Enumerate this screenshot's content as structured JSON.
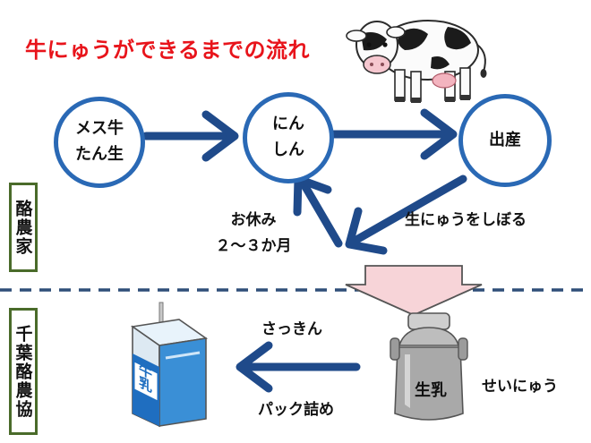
{
  "title": "牛にゅうができるまでの流れ",
  "nodes": [
    {
      "label": "メス牛\nたん生"
    },
    {
      "label": "にん\nしん"
    },
    {
      "label": "出産"
    }
  ],
  "edge_labels": {
    "rest": "お休み\n２～３か月",
    "milking": "生にゅうをしぼる",
    "sterilize": "さっきん",
    "pack": "パック詰め",
    "purify": "せいにゅう"
  },
  "sections": {
    "farmer": "酪農家",
    "coop": "千葉酪農協"
  },
  "illustrations": {
    "carton_label": "牛乳",
    "can_label": "生乳"
  },
  "colors": {
    "title": "#e8141b",
    "arrow": "#1f4a8a",
    "node_border": "#2a69b5",
    "section_border": "#4a6b2a",
    "divider": "#2f4e78",
    "big_arrow_fill": "#f7d4d8"
  }
}
